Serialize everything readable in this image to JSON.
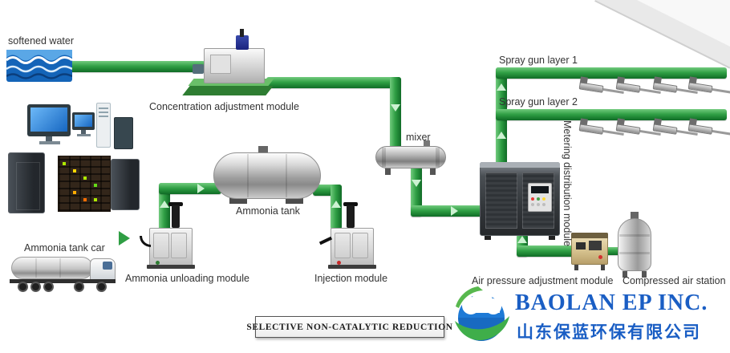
{
  "labels": {
    "softened_water": "softened water",
    "concentration_module": "Concentration adjustment module",
    "mixer": "mixer",
    "ammonia_tank": "Ammonia tank",
    "ammonia_tank_car": "Ammonia tank car",
    "ammonia_unloading_module": "Ammonia unloading module",
    "injection_module": "Injection module",
    "spray_gun_layer_1": "Spray gun layer 1",
    "spray_gun_layer_2": "Spray gun layer 2",
    "metering_distribution_module": "Metering distribution module",
    "air_pressure_module": "Air pressure adjustment module",
    "compressed_air_station": "Compressed air station"
  },
  "banner": {
    "title": "SELECTIVE NON-CATALYTIC REDUCTION"
  },
  "logo": {
    "company_en": "BAOLAN EP INC.",
    "company_cn": "山东保蓝环保有限公司",
    "brand_blue": "#1a5ec4",
    "globe_blue": "#1e7ad6",
    "globe_green": "#3fae4a"
  },
  "colors": {
    "pipe_green": "#2f9e44",
    "pipe_green_light": "#72cb7e",
    "pipe_green_dark": "#0f6b26",
    "water_blue": "#1464b8",
    "label_text": "#333333"
  },
  "icons": {
    "flow_arrow_up": "triangle-up",
    "flow_arrow_down": "triangle-down",
    "flow_arrow_right": "triangle-right",
    "water_waves": "waves",
    "globe_logo": "globe"
  }
}
